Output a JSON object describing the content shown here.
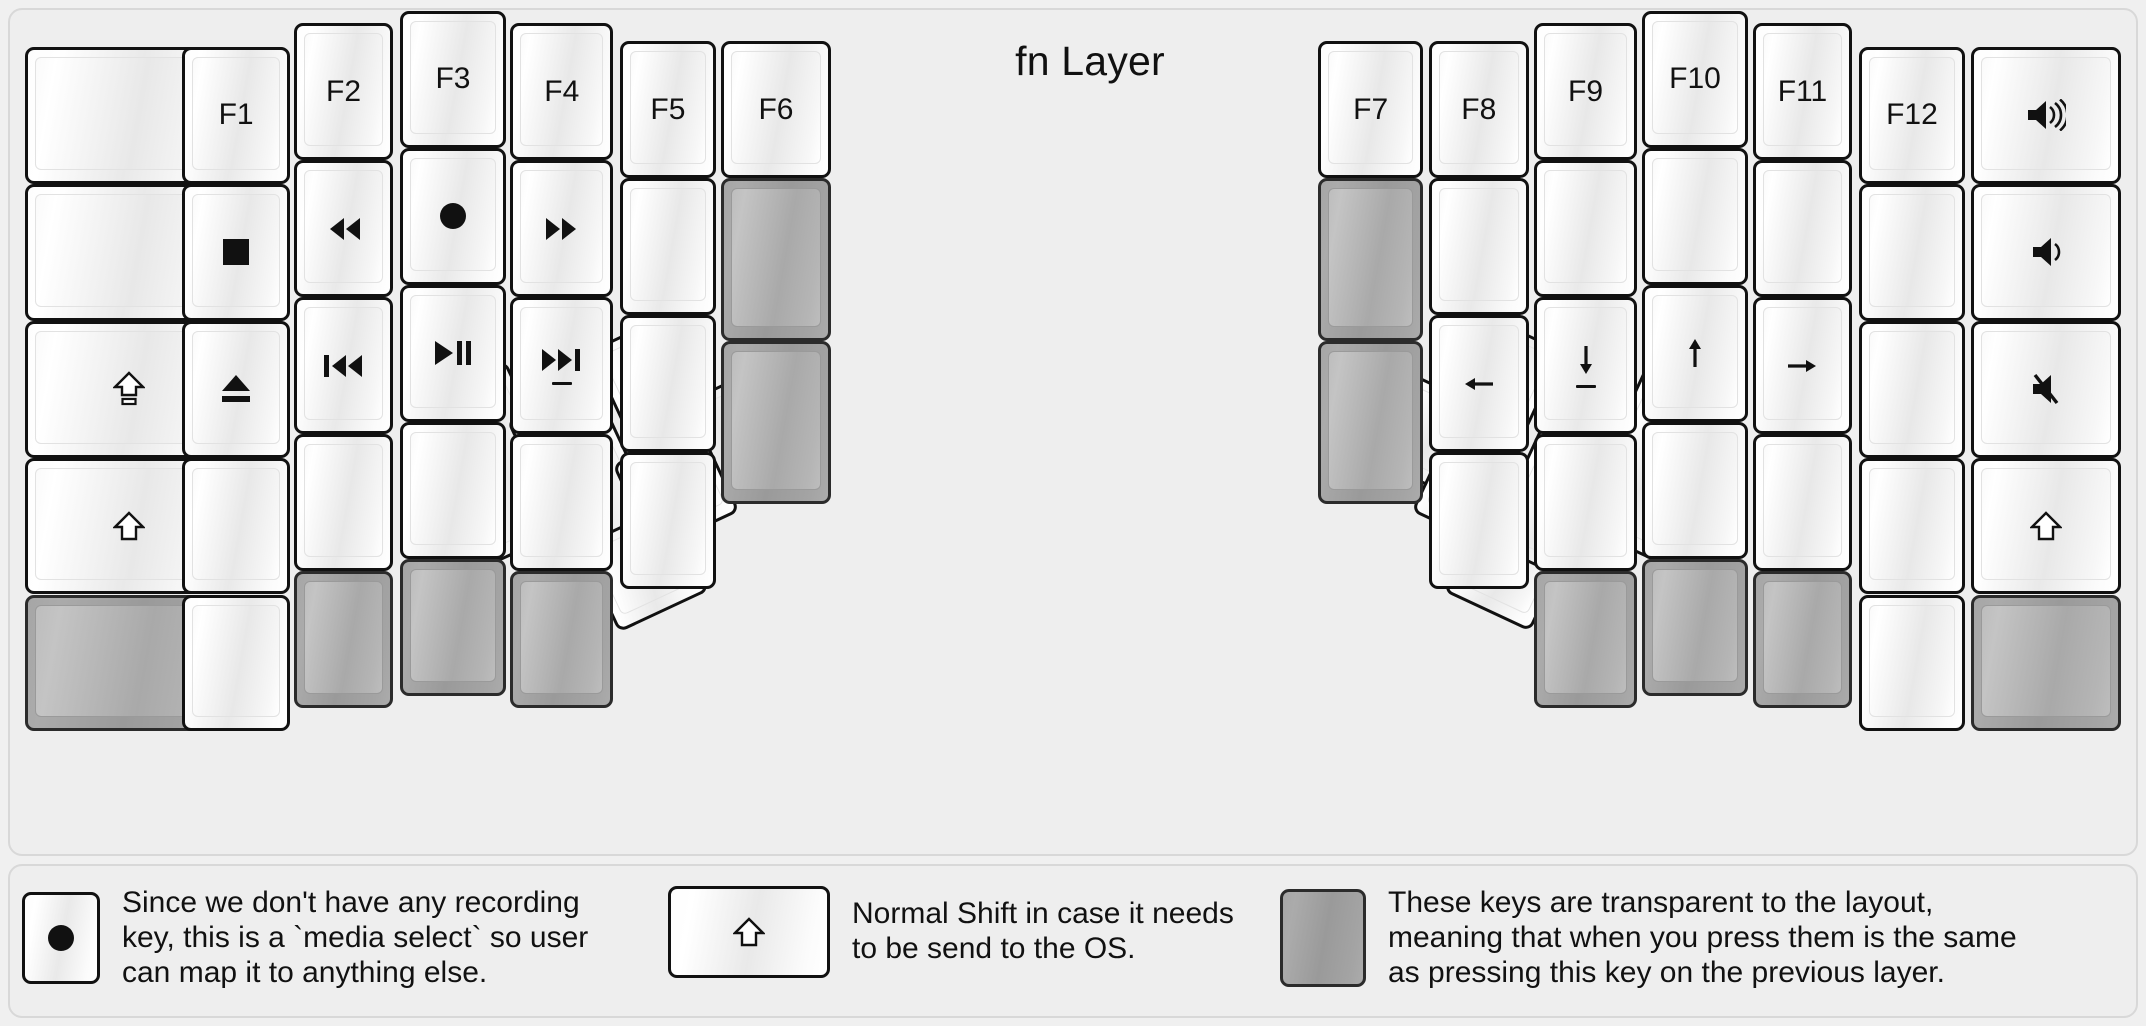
{
  "title": "fn Layer",
  "colors": {
    "background": "#f0f0f0",
    "panel": "#eeeeee",
    "key_border": "#111111",
    "transparent_key": "#a9a9a9",
    "legend_text": "#111111"
  },
  "board": {
    "left_half": {
      "columns": [
        {
          "name": "pinky-outer",
          "keys": [
            {
              "label": "",
              "icon": "blank",
              "state": "normal"
            },
            {
              "label": "",
              "icon": "blank",
              "state": "normal"
            },
            {
              "label": "",
              "icon": "caps-lock",
              "state": "normal"
            },
            {
              "label": "",
              "icon": "shift",
              "state": "normal"
            },
            {
              "label": "",
              "icon": "blank",
              "state": "transparent"
            }
          ]
        },
        {
          "name": "pinky",
          "keys": [
            {
              "label": "F1",
              "icon": "none",
              "state": "normal"
            },
            {
              "label": "",
              "icon": "stop",
              "state": "normal"
            },
            {
              "label": "",
              "icon": "eject",
              "state": "normal"
            },
            {
              "label": "",
              "icon": "blank",
              "state": "normal"
            },
            {
              "label": "",
              "icon": "blank",
              "state": "normal"
            }
          ]
        },
        {
          "name": "ring",
          "keys": [
            {
              "label": "F2",
              "icon": "none",
              "state": "normal"
            },
            {
              "label": "",
              "icon": "rewind",
              "state": "normal"
            },
            {
              "label": "",
              "icon": "prev-track",
              "state": "normal"
            },
            {
              "label": "",
              "icon": "blank",
              "state": "normal"
            },
            {
              "label": "",
              "icon": "blank",
              "state": "transparent"
            }
          ]
        },
        {
          "name": "middle",
          "keys": [
            {
              "label": "F3",
              "icon": "none",
              "state": "normal"
            },
            {
              "label": "",
              "icon": "record",
              "state": "normal"
            },
            {
              "label": "",
              "icon": "play-pause",
              "state": "normal"
            },
            {
              "label": "",
              "icon": "blank",
              "state": "normal"
            },
            {
              "label": "",
              "icon": "blank",
              "state": "transparent"
            }
          ]
        },
        {
          "name": "index",
          "keys": [
            {
              "label": "F4",
              "icon": "none",
              "state": "normal"
            },
            {
              "label": "",
              "icon": "fast-forward",
              "state": "normal"
            },
            {
              "label": "",
              "icon": "next-track",
              "state": "normal"
            },
            {
              "label": "",
              "icon": "blank",
              "state": "normal"
            },
            {
              "label": "",
              "icon": "blank",
              "state": "transparent"
            }
          ]
        },
        {
          "name": "inner",
          "keys": [
            {
              "label": "F5",
              "icon": "none",
              "state": "normal"
            },
            {
              "label": "",
              "icon": "blank",
              "state": "normal"
            },
            {
              "label": "",
              "icon": "blank",
              "state": "normal"
            },
            {
              "label": "",
              "icon": "blank",
              "state": "normal"
            }
          ]
        },
        {
          "name": "inner-most",
          "keys": [
            {
              "label": "F6",
              "icon": "none",
              "state": "normal"
            },
            {
              "label": "",
              "icon": "blank",
              "state": "transparent"
            },
            {
              "label": "",
              "icon": "blank",
              "state": "transparent"
            }
          ]
        }
      ]
    },
    "right_half": {
      "columns": [
        {
          "name": "inner-most",
          "keys": [
            {
              "label": "F7",
              "icon": "none",
              "state": "normal"
            },
            {
              "label": "",
              "icon": "blank",
              "state": "transparent"
            },
            {
              "label": "",
              "icon": "blank",
              "state": "transparent"
            }
          ]
        },
        {
          "name": "inner",
          "keys": [
            {
              "label": "F8",
              "icon": "none",
              "state": "normal"
            },
            {
              "label": "",
              "icon": "blank",
              "state": "normal"
            },
            {
              "label": "",
              "icon": "arrow-left",
              "state": "normal"
            },
            {
              "label": "",
              "icon": "blank",
              "state": "normal"
            }
          ]
        },
        {
          "name": "index",
          "keys": [
            {
              "label": "F9",
              "icon": "none",
              "state": "normal"
            },
            {
              "label": "",
              "icon": "blank",
              "state": "normal"
            },
            {
              "label": "",
              "icon": "arrow-down",
              "state": "normal"
            },
            {
              "label": "",
              "icon": "blank",
              "state": "normal"
            },
            {
              "label": "",
              "icon": "blank",
              "state": "transparent"
            }
          ]
        },
        {
          "name": "middle",
          "keys": [
            {
              "label": "F10",
              "icon": "none",
              "state": "normal"
            },
            {
              "label": "",
              "icon": "blank",
              "state": "normal"
            },
            {
              "label": "",
              "icon": "arrow-up",
              "state": "normal"
            },
            {
              "label": "",
              "icon": "blank",
              "state": "normal"
            },
            {
              "label": "",
              "icon": "blank",
              "state": "transparent"
            }
          ]
        },
        {
          "name": "ring",
          "keys": [
            {
              "label": "F11",
              "icon": "none",
              "state": "normal"
            },
            {
              "label": "",
              "icon": "blank",
              "state": "normal"
            },
            {
              "label": "",
              "icon": "arrow-right",
              "state": "normal"
            },
            {
              "label": "",
              "icon": "blank",
              "state": "normal"
            },
            {
              "label": "",
              "icon": "blank",
              "state": "transparent"
            }
          ]
        },
        {
          "name": "pinky",
          "keys": [
            {
              "label": "F12",
              "icon": "none",
              "state": "normal"
            },
            {
              "label": "",
              "icon": "blank",
              "state": "normal"
            },
            {
              "label": "",
              "icon": "blank",
              "state": "normal"
            },
            {
              "label": "",
              "icon": "blank",
              "state": "normal"
            },
            {
              "label": "",
              "icon": "blank",
              "state": "normal"
            }
          ]
        },
        {
          "name": "pinky-outer",
          "keys": [
            {
              "label": "",
              "icon": "volume-up",
              "state": "normal"
            },
            {
              "label": "",
              "icon": "volume-down",
              "state": "normal"
            },
            {
              "label": "",
              "icon": "volume-mute",
              "state": "normal"
            },
            {
              "label": "",
              "icon": "shift",
              "state": "normal"
            },
            {
              "label": "",
              "icon": "blank",
              "state": "transparent"
            }
          ]
        }
      ]
    },
    "left_thumb": {
      "keys": [
        {
          "name": "thumb-2u-outer",
          "icon": "blank",
          "state": "normal"
        },
        {
          "name": "thumb-2u-inner",
          "icon": "blank",
          "state": "normal"
        },
        {
          "name": "thumb-top",
          "icon": "blank",
          "state": "normal"
        },
        {
          "name": "thumb-upper",
          "icon": "blank",
          "state": "normal"
        },
        {
          "name": "thumb-middle",
          "icon": "blank",
          "state": "normal"
        },
        {
          "name": "thumb-lower",
          "icon": "blank",
          "state": "normal"
        }
      ]
    },
    "right_thumb": {
      "keys": [
        {
          "name": "thumb-top",
          "icon": "blank",
          "state": "normal"
        },
        {
          "name": "thumb-upper",
          "icon": "blank",
          "state": "normal"
        },
        {
          "name": "thumb-middle",
          "icon": "blank",
          "state": "normal"
        },
        {
          "name": "thumb-lower",
          "icon": "blank",
          "state": "normal"
        },
        {
          "name": "thumb-2u-inner",
          "icon": "blank",
          "state": "normal"
        },
        {
          "name": "thumb-2u-outer",
          "icon": "blank",
          "state": "normal"
        }
      ]
    }
  },
  "legend": [
    {
      "key_icon": "record",
      "key_state": "normal",
      "text": "Since we don't have any recording\nkey, this is a `media select` so user\ncan map it to anything else."
    },
    {
      "key_icon": "shift",
      "key_state": "normal",
      "text": "Normal Shift in case it needs\nto be send to the OS."
    },
    {
      "key_icon": "blank",
      "key_state": "transparent",
      "text": "These keys are transparent to the layout,\nmeaning that when you press them is the same\nas pressing this key on the previous layer."
    }
  ]
}
